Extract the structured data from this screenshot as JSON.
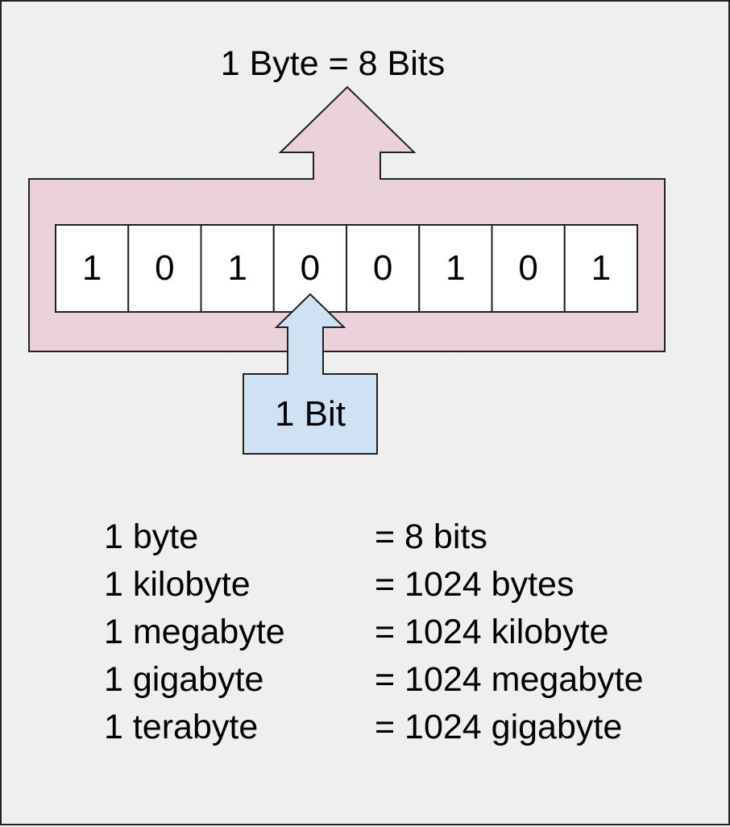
{
  "title": "1 Byte = 8 Bits",
  "bit_label": "1 Bit",
  "bits": [
    "1",
    "0",
    "1",
    "0",
    "0",
    "1",
    "0",
    "1"
  ],
  "highlighted_bit_index": 3,
  "conversions": [
    {
      "unit": "1 byte",
      "value": "= 8 bits"
    },
    {
      "unit": "1 kilobyte",
      "value": "= 1024 bytes"
    },
    {
      "unit": "1 megabyte",
      "value": "= 1024 kilobyte"
    },
    {
      "unit": "1 gigabyte",
      "value": "= 1024 megabyte"
    },
    {
      "unit": "1 terabyte",
      "value": "= 1024 gigabyte"
    }
  ],
  "colors": {
    "background": "#efefef",
    "byte_container": "#ead1dc",
    "bit_arrow": "#cfe2f3",
    "cell": "#ffffff",
    "stroke": "#222222"
  }
}
